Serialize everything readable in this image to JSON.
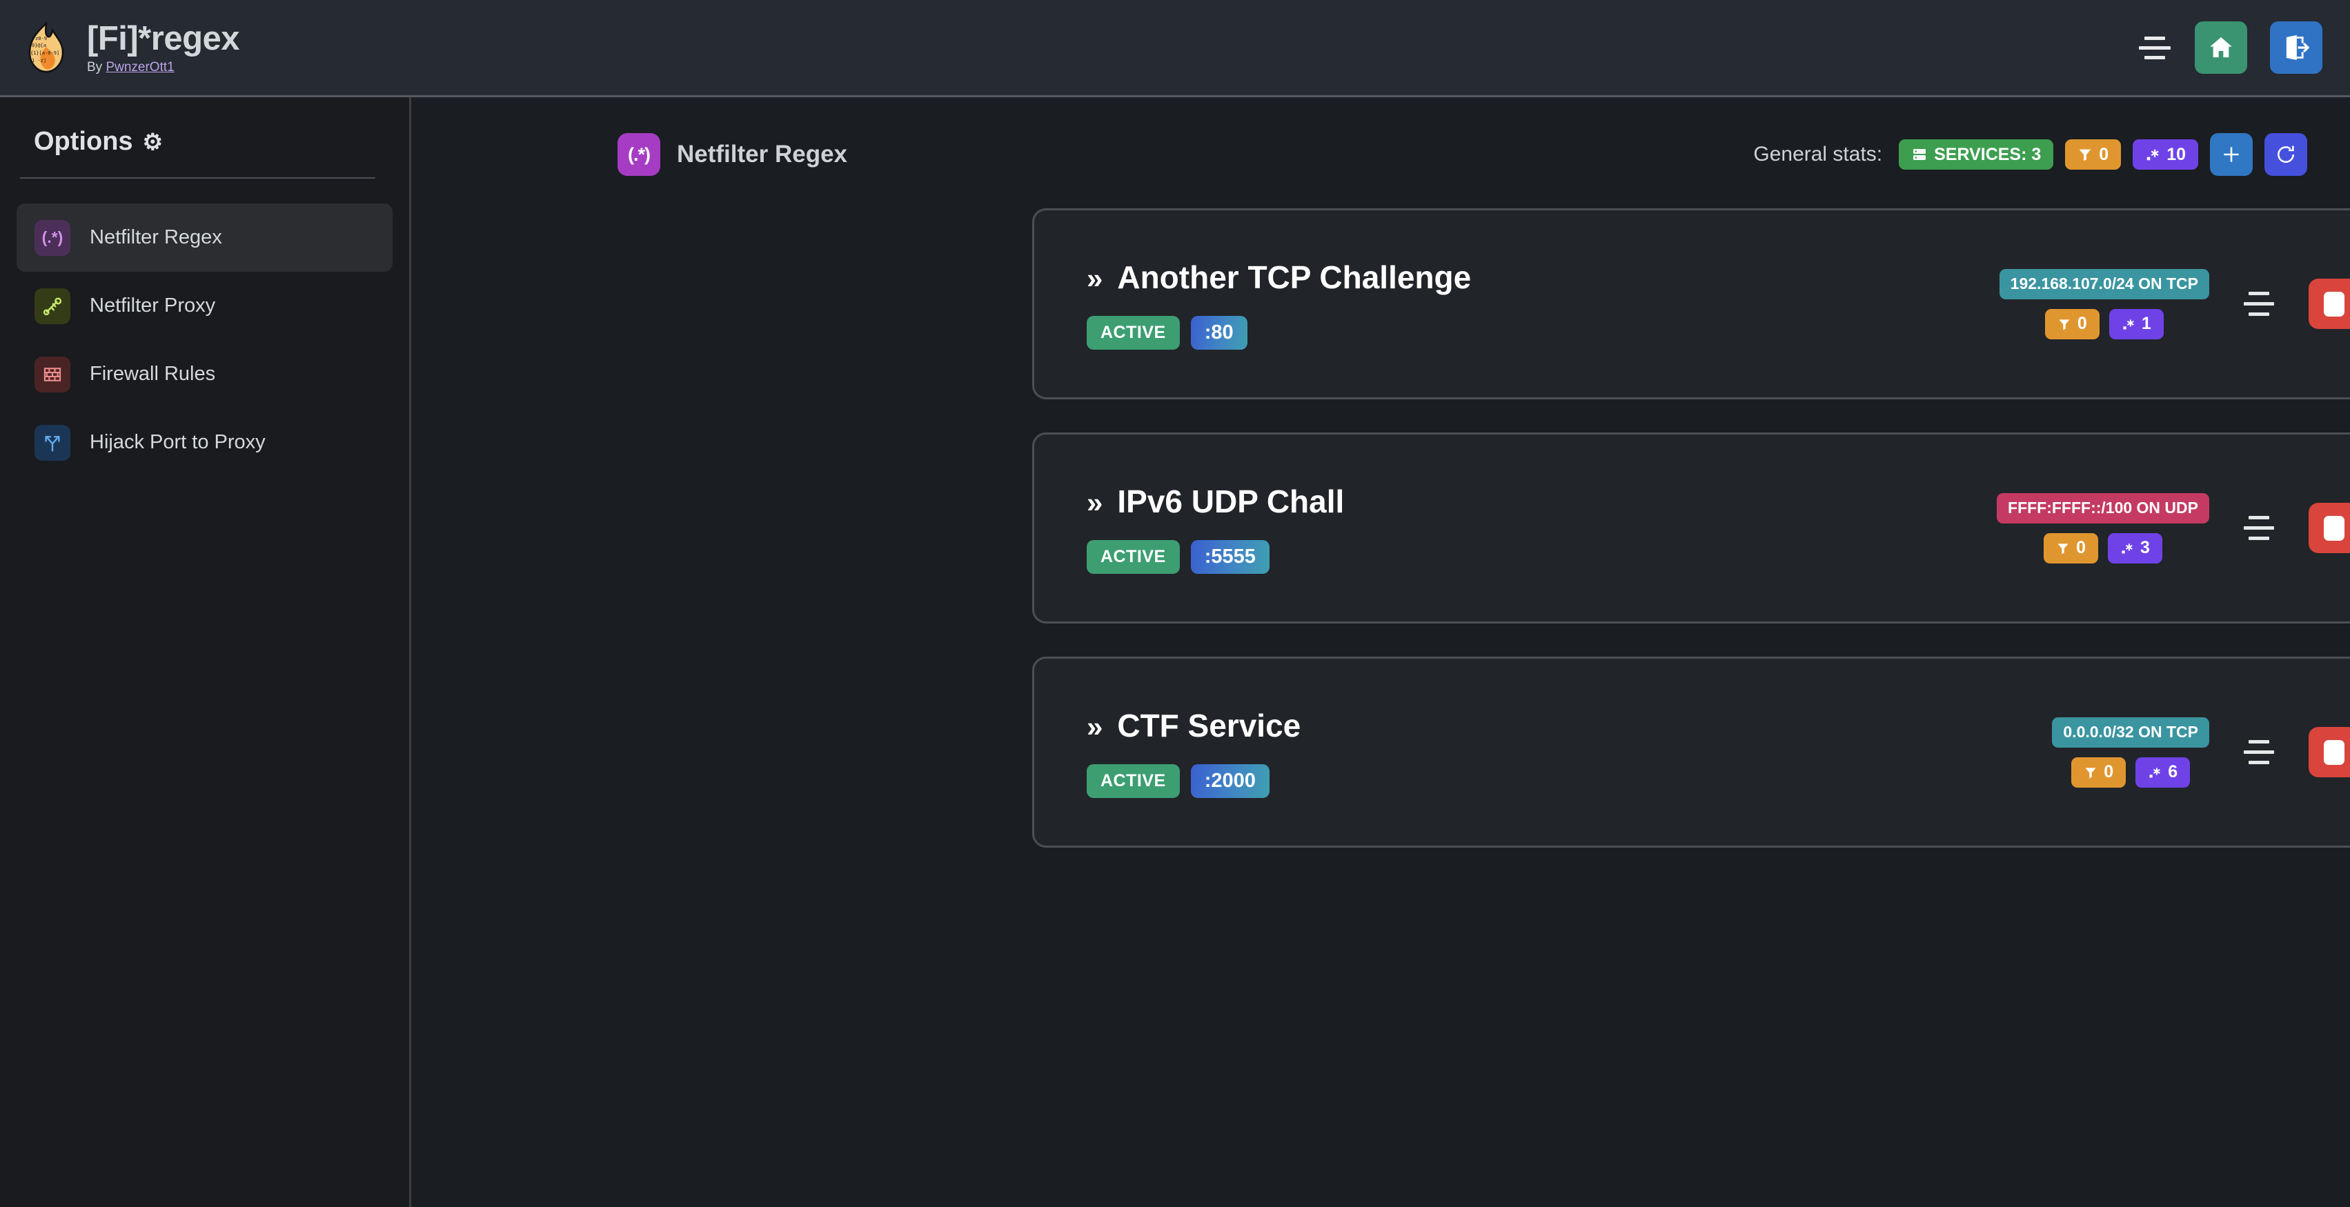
{
  "header": {
    "logo_icon": "flame-regex-logo",
    "title": "[Fi]*regex",
    "by_prefix": "By ",
    "author": "PwnzerOtt1",
    "menu_icon": "hamburger-menu-icon",
    "home_icon": "home-icon",
    "logout_icon": "logout-icon"
  },
  "sidebar": {
    "heading": "Options",
    "gear_icon": "⚙",
    "items": [
      {
        "label": "Netfilter Regex",
        "icon": "regex-icon",
        "glyph": "(.*)",
        "active": true
      },
      {
        "label": "Netfilter Proxy",
        "icon": "plug-icon",
        "glyph": "",
        "active": false
      },
      {
        "label": "Firewall Rules",
        "icon": "brick-wall-icon",
        "glyph": "",
        "active": false
      },
      {
        "label": "Hijack Port to Proxy",
        "icon": "fork-arrow-icon",
        "glyph": "",
        "active": false
      }
    ]
  },
  "page": {
    "icon": "regex-icon",
    "icon_glyph": "(.*)",
    "title": "Netfilter Regex"
  },
  "stats": {
    "label": "General stats:",
    "services": {
      "icon": "server-icon",
      "text": "SERVICES: 3",
      "color": "#3d9e4f"
    },
    "filters": {
      "icon": "filter-icon",
      "text": "0",
      "color": "#e0962f"
    },
    "regexes": {
      "icon": "regex-star-icon",
      "text": "10",
      "color": "#6f42e8"
    },
    "add_icon": "plus-icon",
    "refresh_icon": "refresh-icon"
  },
  "services": [
    {
      "chevron": "»",
      "name": "Another TCP Challenge",
      "status": "ACTIVE",
      "port": ":80",
      "network": "192.168.107.0/24 ON TCP",
      "network_proto": "tcp",
      "filter_count": "0",
      "regex_count": "1",
      "drag_icon": "drag-handle-icon",
      "stop_icon": "stop-icon",
      "play_icon": "play-icon",
      "open_icon": "chevron-right-icon"
    },
    {
      "chevron": "»",
      "name": "IPv6 UDP Chall",
      "status": "ACTIVE",
      "port": ":5555",
      "network": "FFFF:FFFF::/100 ON UDP",
      "network_proto": "udp",
      "filter_count": "0",
      "regex_count": "3",
      "drag_icon": "drag-handle-icon",
      "stop_icon": "stop-icon",
      "play_icon": "play-icon",
      "open_icon": "chevron-right-icon"
    },
    {
      "chevron": "»",
      "name": "CTF Service",
      "status": "ACTIVE",
      "port": ":2000",
      "network": "0.0.0.0/32 ON TCP",
      "network_proto": "tcp",
      "filter_count": "0",
      "regex_count": "6",
      "drag_icon": "drag-handle-icon",
      "stop_icon": "stop-icon",
      "play_icon": "play-icon",
      "open_icon": "chevron-right-icon"
    }
  ],
  "colors": {
    "accent_purple": "#a63cc4",
    "active_green": "#3d9e72",
    "stop_red": "#d9453c",
    "tcp_teal": "#3a95a0",
    "udp_pink": "#c43a62",
    "filter_orange": "#e0962f",
    "regex_violet": "#6f42e8"
  }
}
